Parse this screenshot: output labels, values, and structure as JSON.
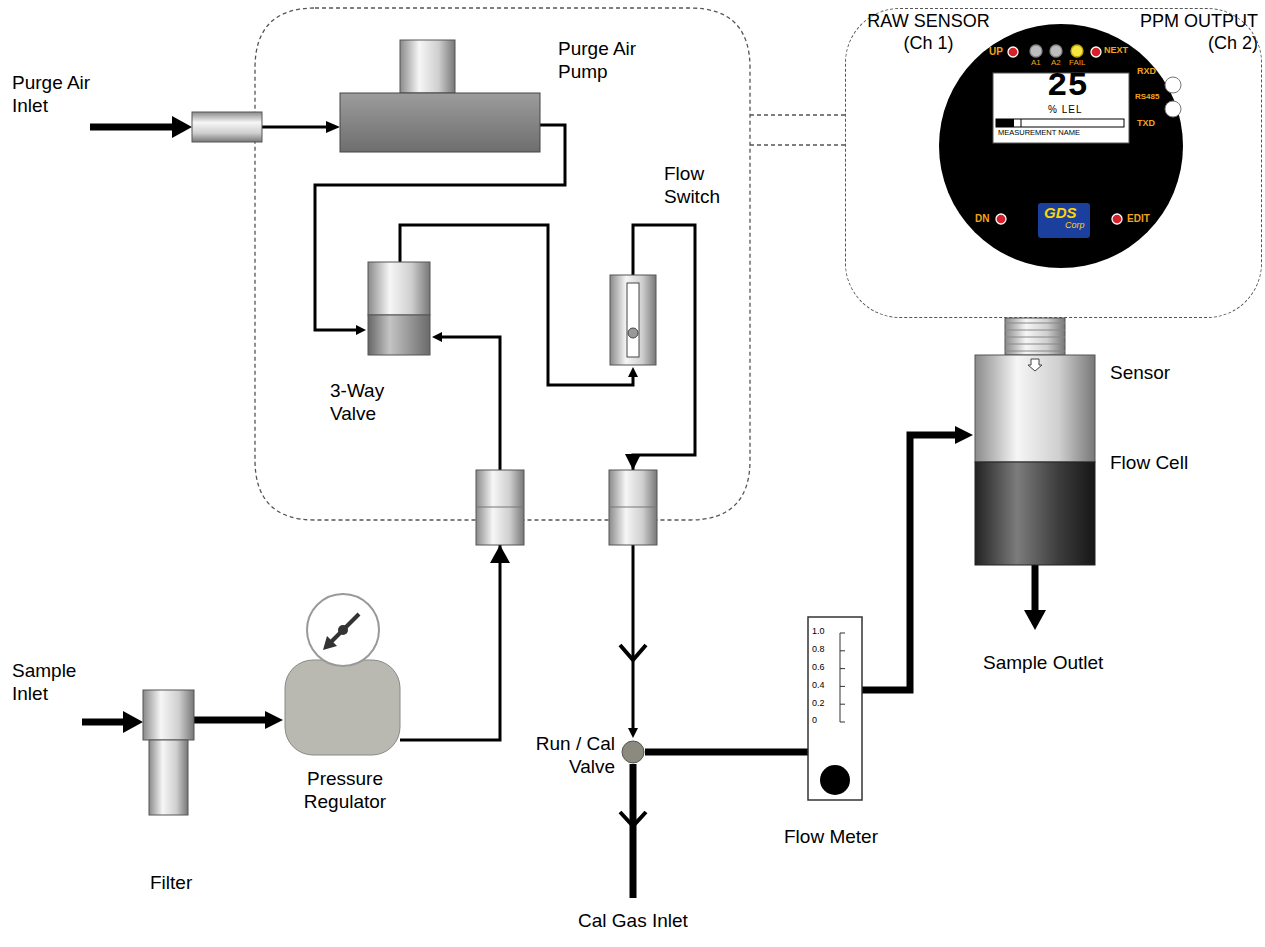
{
  "diagram": {
    "nodes": [
      {
        "text": [
          "RAW SENSOR (Ch 1)",
          "PPM OUTPUT (Ch 2)"
        ]
      },
      {
        "text": [
          "UP",
          "A1",
          "A2",
          "FAIL",
          "NEXT",
          "25",
          "% LEL",
          "MEASUREMENT NAME",
          "RXD",
          "RS485",
          "TXD",
          "DN",
          "GDS",
          "Corp",
          "EDIT"
        ],
        "in": 0
      },
      {
        "text": [
          "Purge Air Pump"
        ]
      },
      {
        "text": [
          "3-Way Valve"
        ]
      },
      {
        "text": [
          "Flow Switch"
        ]
      },
      {
        "text": [
          "Filter"
        ]
      },
      {
        "text": [
          "Pressure Regulator"
        ]
      },
      {
        "text": [
          "Run / Cal Valve"
        ]
      },
      {
        "text": [
          "Flow Meter"
        ]
      },
      {
        "text": [
          "Sensor"
        ]
      },
      {
        "text": [
          "Flow Cell"
        ]
      }
    ],
    "edges": [
      {
        "from": 2,
        "to": 3,
        "arrow": "to"
      },
      {
        "from": 3,
        "to": 4,
        "arrow": "to"
      },
      {
        "from": 5,
        "to": 6,
        "arrow": "to"
      },
      {
        "from": 6,
        "to": 3,
        "arrow": "to"
      },
      {
        "from": 4,
        "to": 7,
        "arrow": "to"
      },
      {
        "from": 7,
        "to": 8,
        "arrow": "none"
      },
      {
        "from": 8,
        "to": 9,
        "arrow": "to"
      }
    ],
    "labels": [
      "Purge Air Inlet",
      "Sample Inlet",
      "Cal Gas Inlet",
      "Sample Outlet",
      "1.0",
      "0.8",
      "0.6",
      "0.4",
      "0.2",
      "0"
    ]
  }
}
